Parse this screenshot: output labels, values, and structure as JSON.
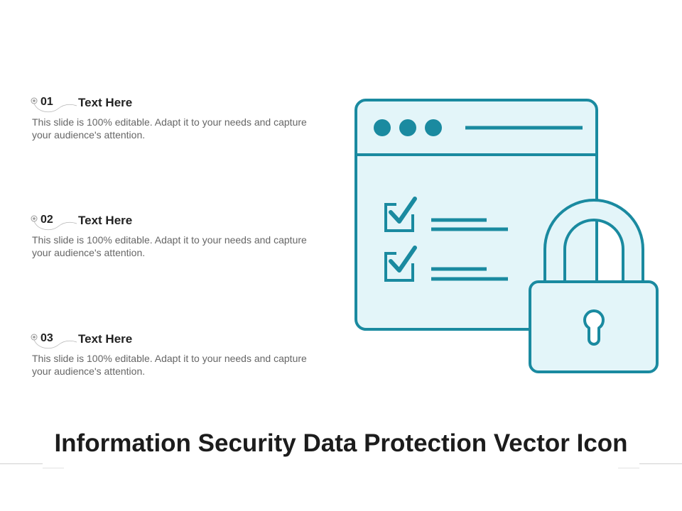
{
  "items": [
    {
      "number": "01",
      "title": "Text Here",
      "description": "This slide is 100% editable. Adapt it to your needs and capture your audience's attention."
    },
    {
      "number": "02",
      "title": "Text Here",
      "description": "This slide is 100% editable. Adapt it to your needs and capture your audience's attention."
    },
    {
      "number": "03",
      "title": "Text Here",
      "description": "This slide is 100% editable. Adapt it to your needs and capture your audience's attention."
    }
  ],
  "title": "Information Security Data Protection Vector Icon",
  "colors": {
    "icon_stroke": "#1a8aa0",
    "icon_fill": "#e3f5f9",
    "icon_dots": "#1a8aa0"
  },
  "icons": [
    "browser-window-icon",
    "checklist-icon",
    "padlock-icon"
  ]
}
